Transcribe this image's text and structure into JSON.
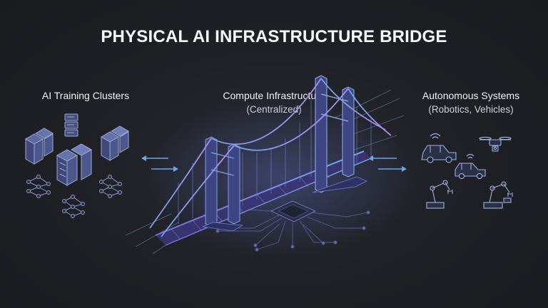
{
  "title": "PHYSICAL AI INFRASTRUCTURE BRIDGE",
  "left": {
    "label": "AI Training Clusters"
  },
  "center": {
    "label": "Compute Infrastructure",
    "sublabel": "(Centralized)"
  },
  "right": {
    "label": "Autonomous Systems",
    "sublabel": "(Robotics, Vehicles)"
  },
  "colors": {
    "background": "#1f2126",
    "accent_blue": "#6fa6e6",
    "accent_purple": "#9b7fe0",
    "icon_stroke": "#8ea8d8"
  }
}
